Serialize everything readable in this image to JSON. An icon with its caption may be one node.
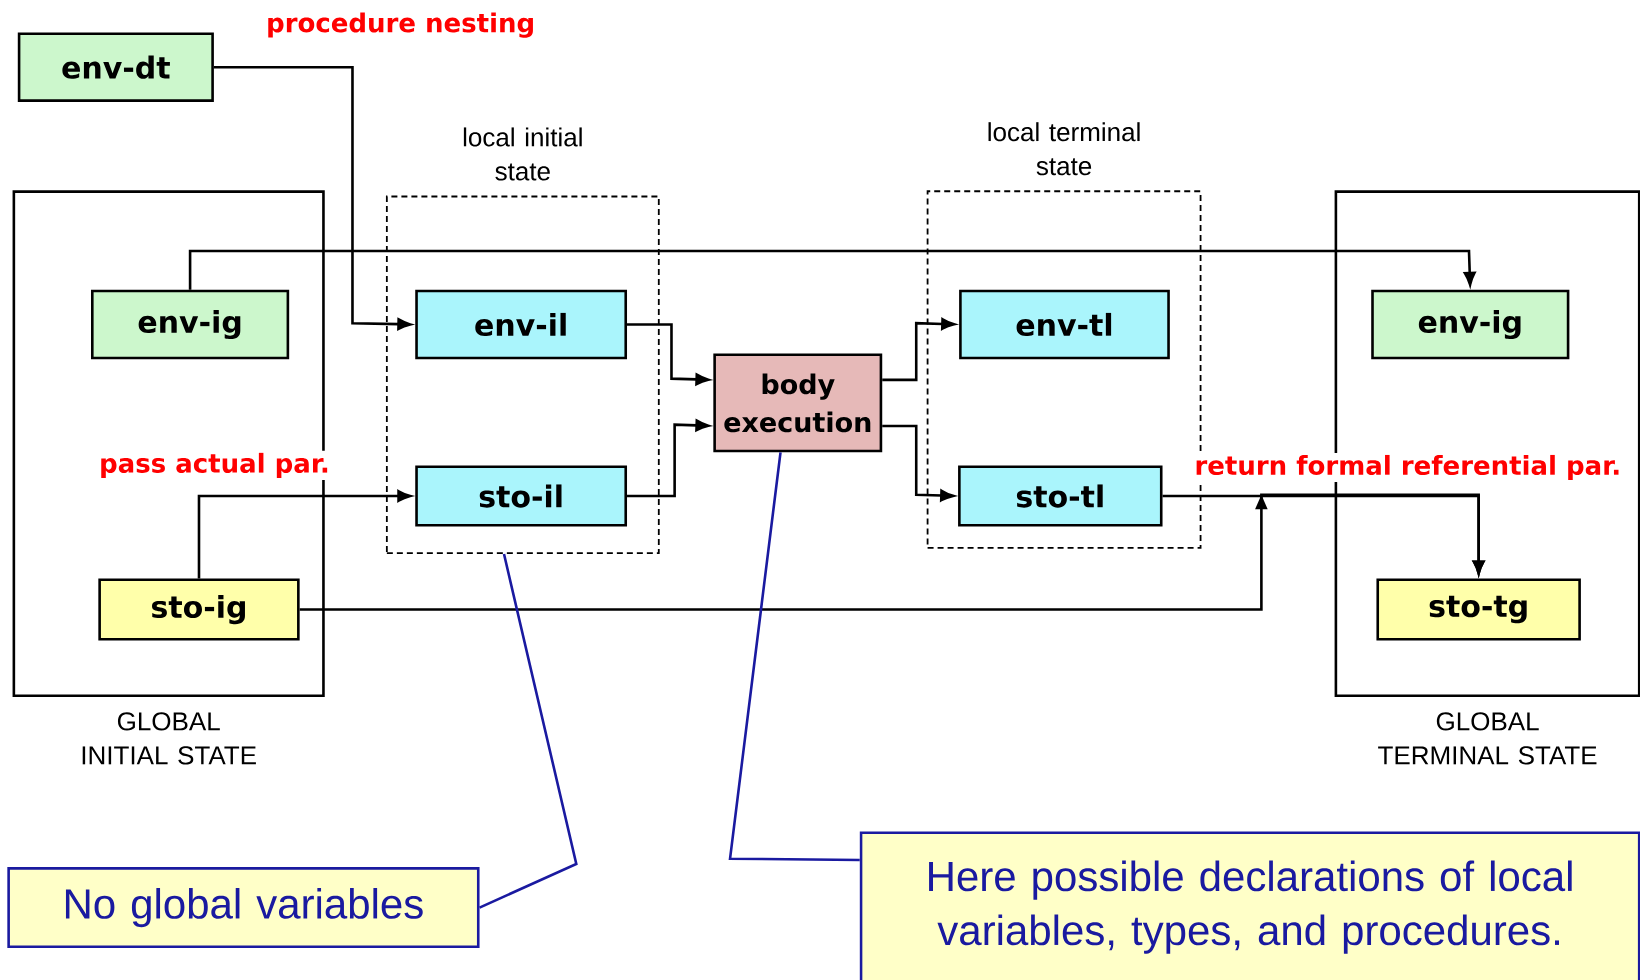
{
  "diagram": {
    "nodes": [
      {
        "text": [
          "GLOBAL INITIAL STATE"
        ]
      },
      {
        "text": [
          "local initial state"
        ]
      },
      {
        "text": [
          "local terminal state"
        ]
      },
      {
        "text": [
          "GLOBAL TERMINAL STATE"
        ]
      },
      {
        "text": [
          "env-dt"
        ]
      },
      {
        "text": [
          "env-ig"
        ],
        "in": 0
      },
      {
        "text": [
          "sto-ig"
        ],
        "in": 0
      },
      {
        "text": [
          "env-il"
        ],
        "in": 1
      },
      {
        "text": [
          "sto-il"
        ],
        "in": 1
      },
      {
        "text": [
          "body execution"
        ]
      },
      {
        "text": [
          "env-tl"
        ],
        "in": 2
      },
      {
        "text": [
          "sto-tl"
        ],
        "in": 2
      },
      {
        "text": [
          "env-ig"
        ],
        "in": 3
      },
      {
        "text": [
          "sto-tg"
        ],
        "in": 3
      },
      {
        "text": [
          "No global variables"
        ]
      },
      {
        "text": [
          "Here possible declarations of local variables, types, and procedures."
        ]
      }
    ],
    "edges": [
      {
        "from": 4,
        "to": 7,
        "arrow": "to",
        "label": "procedure nesting"
      },
      {
        "from": 5,
        "to": 12,
        "arrow": "to"
      },
      {
        "from": 6,
        "to": 8,
        "arrow": "to",
        "label": "pass actual par."
      },
      {
        "from": 7,
        "to": 9,
        "arrow": "to"
      },
      {
        "from": 8,
        "to": 9,
        "arrow": "to"
      },
      {
        "from": 9,
        "to": 10,
        "arrow": "to"
      },
      {
        "from": 9,
        "to": 11,
        "arrow": "to"
      },
      {
        "from": 11,
        "to": 13,
        "arrow": "to",
        "label": "return formal referential par."
      },
      {
        "from": 6,
        "to": 13,
        "arrow": "to"
      },
      {
        "from": 14,
        "to": 1,
        "arrow": "none",
        "color": "#1a1aa0"
      },
      {
        "from": 15,
        "to": 9,
        "arrow": "none",
        "color": "#1a1aa0"
      }
    ]
  }
}
